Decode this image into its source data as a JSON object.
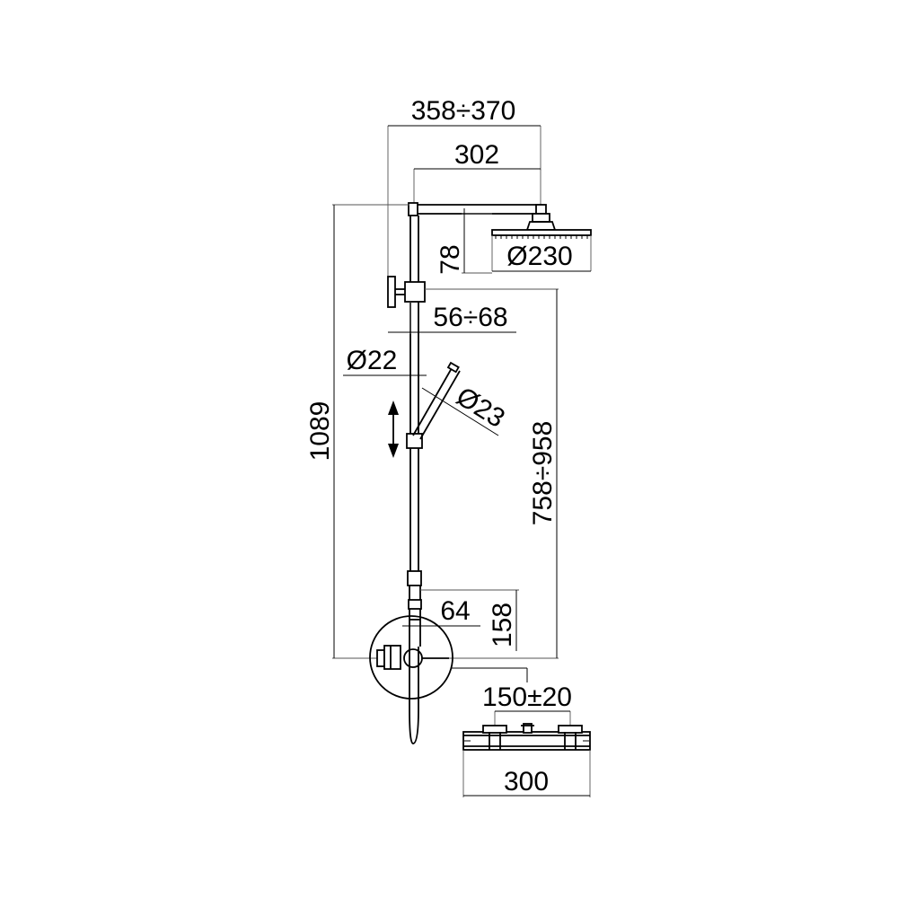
{
  "diagram": {
    "dimensions": {
      "arm_reach": "358÷370",
      "arm_length": "302",
      "head_height": "78",
      "head_diameter": "Ø230",
      "wall_bracket_offset": "56÷68",
      "riser_diameter": "Ø22",
      "hand_shower_diameter": "Ø23",
      "total_height": "1089",
      "adjustable_height": "758÷958",
      "mixer_offset": "64",
      "mixer_height": "158",
      "inlet_centers": "150±20",
      "mixer_width": "300"
    },
    "icons": {
      "slide_adjust": "double-arrow-vertical-icon"
    }
  }
}
